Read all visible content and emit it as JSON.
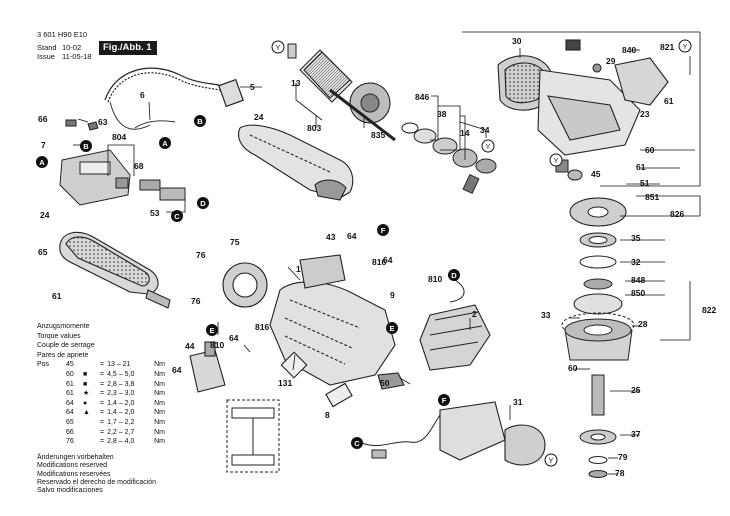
{
  "header": {
    "doc_number": "3 601 H90 E10",
    "stand_label": "Stand",
    "stand_value": "10-02",
    "issue_label": "Issue",
    "issue_value": "11-05-18",
    "figure_label": "Fig./Abb. 1"
  },
  "torque_table": {
    "title_lines": [
      "Anzugsmomente",
      "Torque values",
      "Couple de serrage",
      "Pares de apriete"
    ],
    "col_pos": "Pos",
    "rows": [
      {
        "pos": "45",
        "sym": "",
        "eq": "=",
        "range": "13 – 21",
        "unit": "Nm"
      },
      {
        "pos": "60",
        "sym": "■",
        "eq": "=",
        "range": "4,5 – 5,0",
        "unit": "Nm"
      },
      {
        "pos": "61",
        "sym": "■",
        "eq": "=",
        "range": "2,8 – 3,8",
        "unit": "Nm"
      },
      {
        "pos": "61",
        "sym": "★",
        "eq": "=",
        "range": "2,3 – 3,0",
        "unit": "Nm"
      },
      {
        "pos": "64",
        "sym": "●",
        "eq": "=",
        "range": "1,4 – 2,0",
        "unit": "Nm"
      },
      {
        "pos": "64",
        "sym": "▲",
        "eq": "=",
        "range": "1,4 – 2,0",
        "unit": "Nm"
      },
      {
        "pos": "65",
        "sym": "",
        "eq": "=",
        "range": "1,7 – 2,2",
        "unit": "Nm"
      },
      {
        "pos": "66",
        "sym": "",
        "eq": "=",
        "range": "2,2 – 2,7",
        "unit": "Nm"
      },
      {
        "pos": "76",
        "sym": "",
        "eq": "=",
        "range": "2,8 – 4,0",
        "unit": "Nm"
      }
    ]
  },
  "notes": [
    "Änderungen vorbehalten",
    "Modifications reserved",
    "Modifications reservées",
    "Reservado el derecho de modificación",
    "Salvo modificaciones"
  ],
  "part_labels": [
    "1",
    "2",
    "5",
    "6",
    "7",
    "8",
    "9",
    "13",
    "14",
    "23",
    "24",
    "24",
    "25",
    "28",
    "29",
    "30",
    "31",
    "32",
    "33",
    "34",
    "35",
    "37",
    "38",
    "43",
    "44",
    "45",
    "50",
    "51",
    "53",
    "60",
    "60",
    "61",
    "61",
    "61",
    "63",
    "64",
    "64",
    "64",
    "64",
    "65",
    "66",
    "68",
    "75",
    "76",
    "76",
    "78",
    "79",
    "131",
    "803",
    "804",
    "810",
    "810",
    "816",
    "816",
    "821",
    "822",
    "826",
    "835",
    "840",
    "846",
    "848",
    "850",
    "851"
  ],
  "callout_letters": [
    "A",
    "B",
    "C",
    "D",
    "E",
    "F"
  ],
  "accent_color": "#1a1a1a"
}
